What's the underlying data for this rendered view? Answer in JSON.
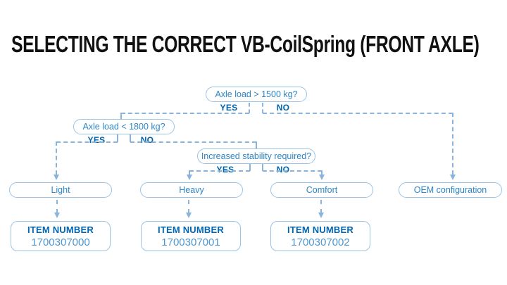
{
  "title": "SELECTING THE CORRECT VB-CoilSpring (FRONT AXLE)",
  "colors": {
    "title_text": "#111111",
    "question_text": "#2e86c6",
    "yes_no_text": "#0063ad",
    "item_label_text": "#0066b3",
    "item_number_text": "#4e96cf",
    "box_border": "#9cc3e5",
    "connector_line": "#8ab4dc",
    "background": "#ffffff"
  },
  "flowchart": {
    "decisions": [
      {
        "question": "Axle load > 1500 kg?",
        "yes_label": "YES",
        "no_label": "NO"
      },
      {
        "question": "Axle load < 1800 kg?",
        "yes_label": "YES",
        "no_label": "NO"
      },
      {
        "question": "Increased stability required?",
        "yes_label": "YES",
        "no_label": "NO"
      }
    ],
    "results": [
      {
        "label": "Light"
      },
      {
        "label": "Heavy"
      },
      {
        "label": "Comfort"
      },
      {
        "label": "OEM configuration"
      }
    ],
    "items": [
      {
        "label": "ITEM NUMBER",
        "number": "1700307000"
      },
      {
        "label": "ITEM NUMBER",
        "number": "1700307001"
      },
      {
        "label": "ITEM NUMBER",
        "number": "1700307002"
      }
    ]
  }
}
